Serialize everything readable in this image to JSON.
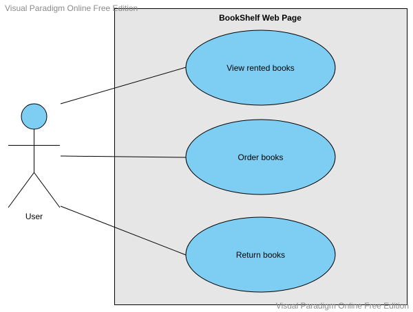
{
  "watermark": {
    "top_text": "Visual Paradigm Online Free Edition",
    "bottom_text": "Visual Paradigm Online Free Edition",
    "color": "#8a8a8a"
  },
  "diagram": {
    "type": "use-case",
    "system_boundary": {
      "title": "BookShelf Web Page",
      "fill": "#e6e6e6",
      "stroke": "#000000"
    },
    "actor": {
      "label": "User",
      "head_fill": "#7ecef4"
    },
    "use_cases": [
      {
        "id": "uc1",
        "label": "View rented books"
      },
      {
        "id": "uc2",
        "label": "Order books"
      },
      {
        "id": "uc3",
        "label": "Return books"
      }
    ],
    "use_case_fill": "#7ecef4",
    "associations": [
      {
        "from": "actor",
        "to": "uc1"
      },
      {
        "from": "actor",
        "to": "uc2"
      },
      {
        "from": "actor",
        "to": "uc3"
      }
    ]
  }
}
